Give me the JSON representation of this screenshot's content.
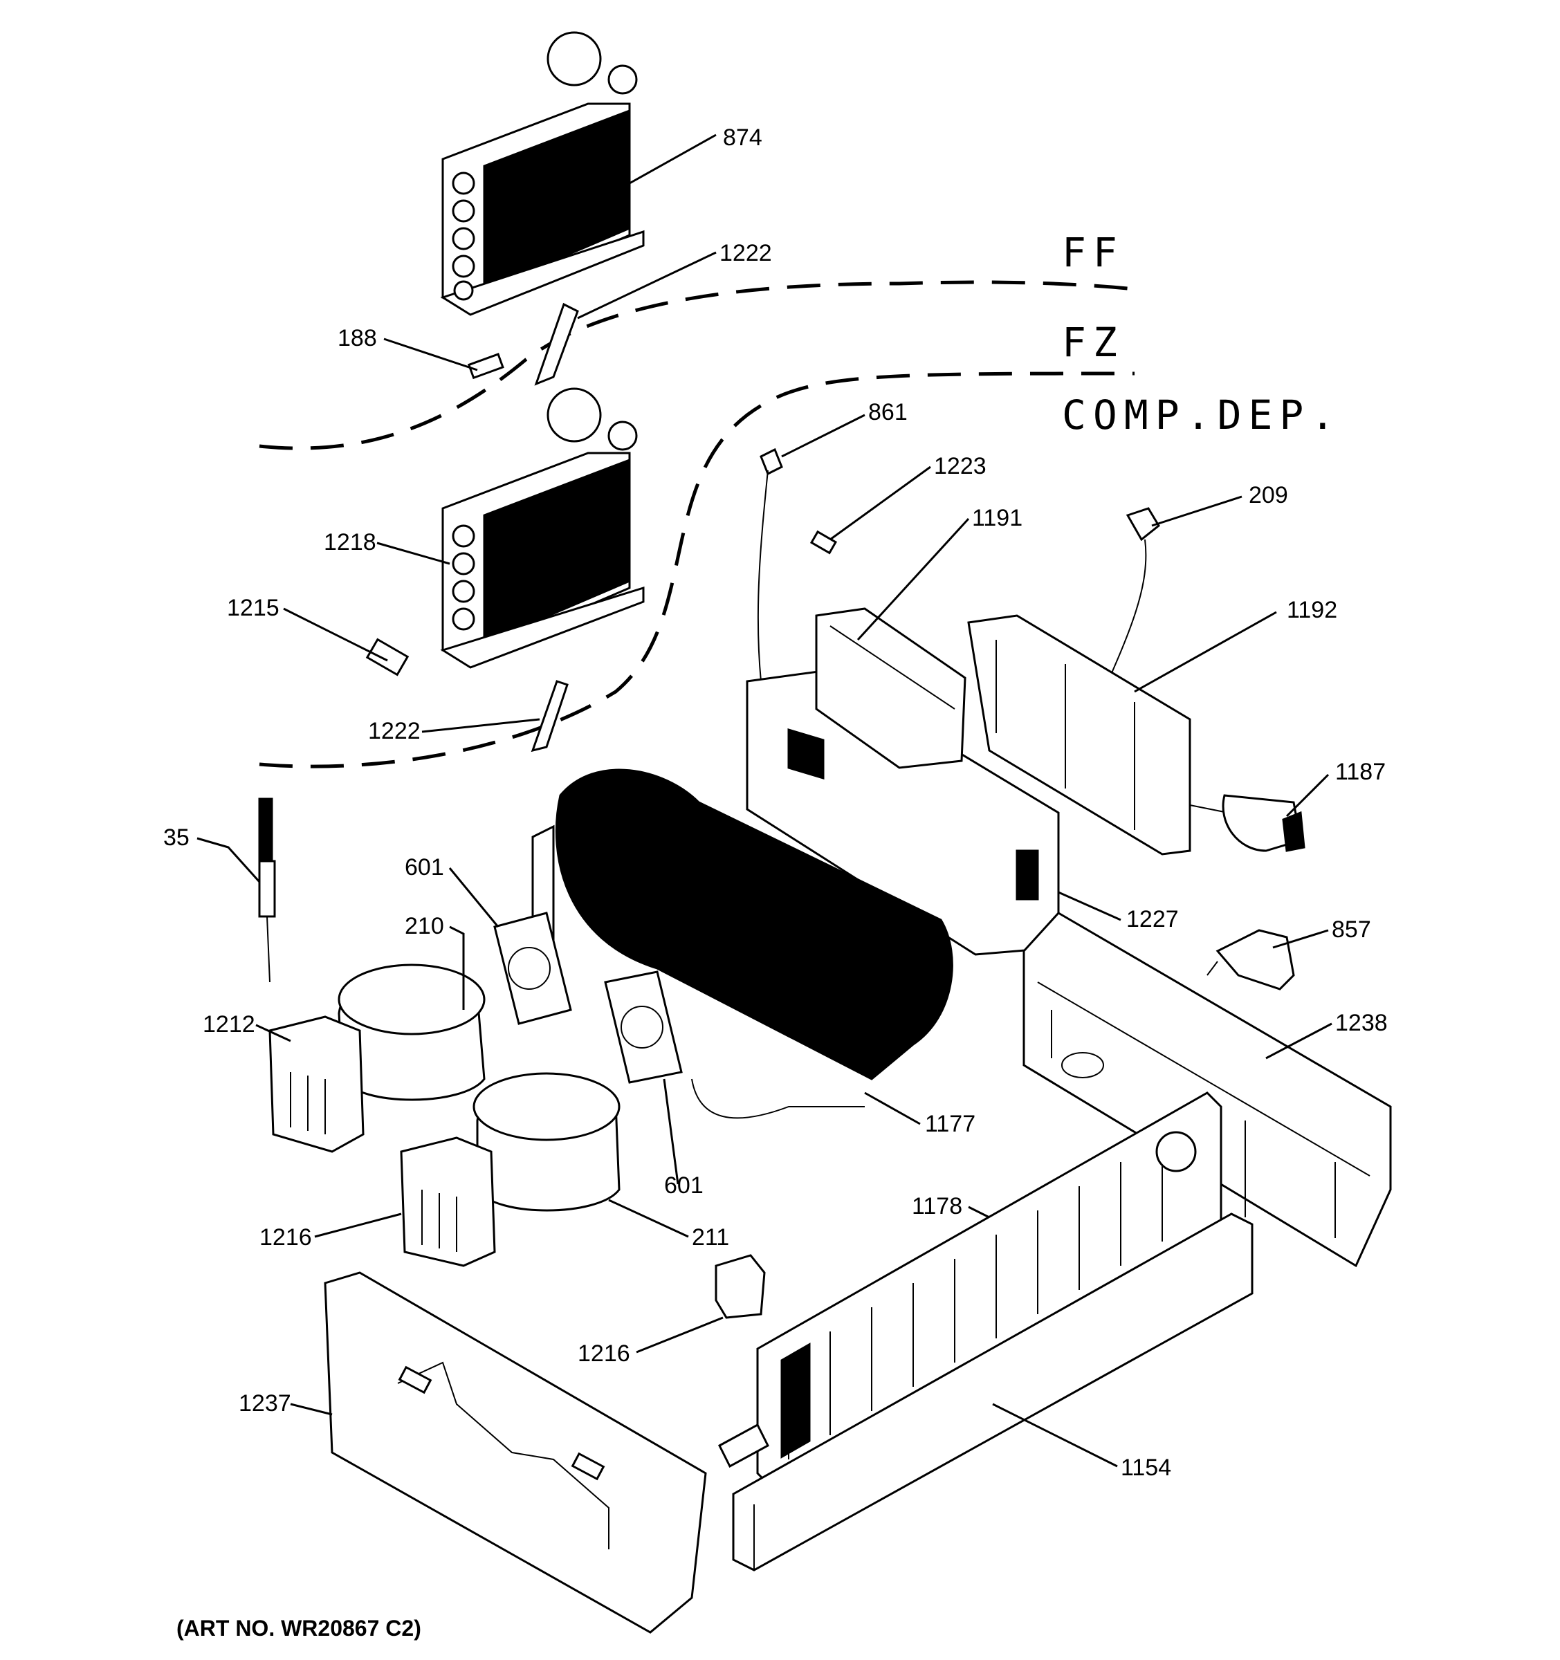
{
  "zones": {
    "ff": "FF",
    "fz": "FZ",
    "comp_dep": "COMP.DEP."
  },
  "callouts": [
    "874",
    "1222",
    "188",
    "861",
    "1223",
    "209",
    "1191",
    "1218",
    "1215",
    "1192",
    "1222",
    "1187",
    "35",
    "601",
    "1227",
    "857",
    "210",
    "1212",
    "1238",
    "1177",
    "601",
    "1178",
    "1216",
    "211",
    "1216",
    "1237",
    "1154"
  ],
  "art_number": "(ART NO. WR20867 C2)"
}
